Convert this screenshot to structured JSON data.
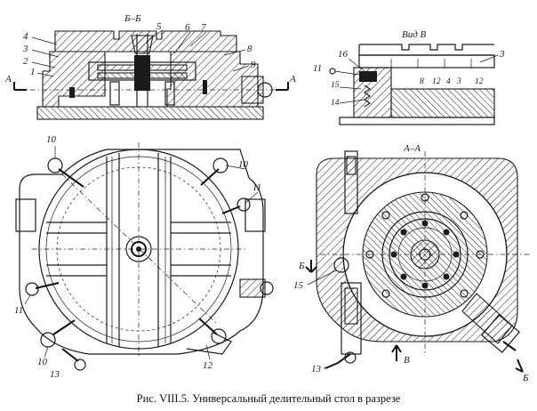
{
  "labels": {
    "section_bb": "Б–Б",
    "view_v": "Вид В",
    "section_aa": "А–А",
    "cut_a": "А",
    "cut_b": "Б",
    "cut_v": "В",
    "n1": "1",
    "n2": "2",
    "n3": "3",
    "n4": "4",
    "n5": "5",
    "n6": "6",
    "n7": "7",
    "n8": "8",
    "n9": "9",
    "n10": "10",
    "n11": "11",
    "n12": "12",
    "n13": "13",
    "n14": "14",
    "n15": "15",
    "n16": "16",
    "scale_8": "8",
    "scale_12a": "12",
    "scale_4": "4",
    "scale_3": "3",
    "scale_12b": "12"
  },
  "caption": "Рис. VIII.5. Универсальный делительный стол в разрезе"
}
